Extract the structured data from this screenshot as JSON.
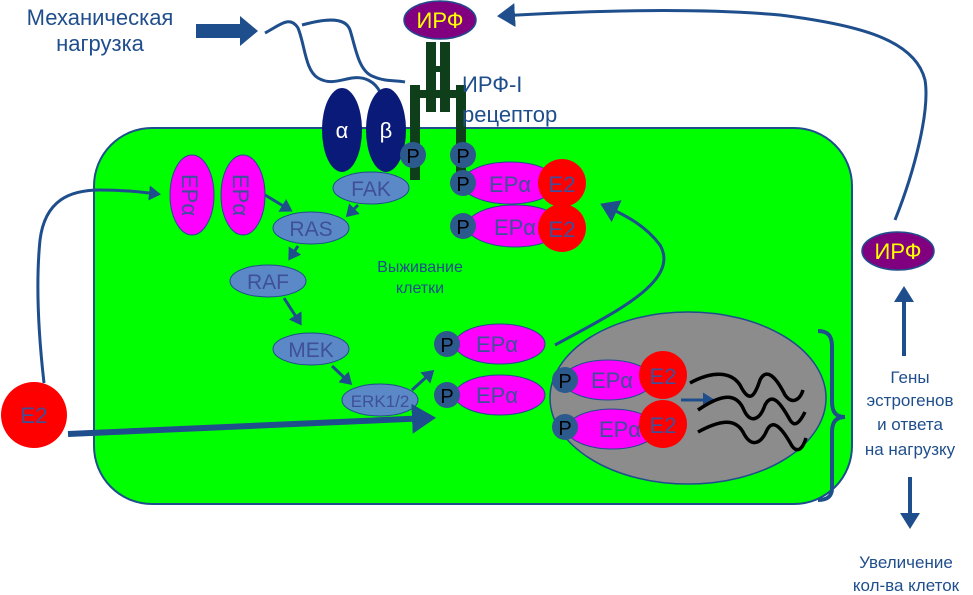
{
  "colors": {
    "cell": "#00ff00",
    "outline": "#1f4e8c",
    "receptor": "#0f3f1a",
    "integrin": "#0a1a78",
    "kinase": "#5b89c7",
    "er": "#ff00ff",
    "e2": "#ff0000",
    "phos": "#2d5a8c",
    "nucleus": "#8c8c8c",
    "irf_fill": "#800080",
    "irf_text": "#ffff00",
    "arrow": "#1f4e8c"
  },
  "labels": {
    "mech_load_line1": "Механическая",
    "mech_load_line2": "нагрузка",
    "igf_top": "ИРФ",
    "igf_right": "ИРФ",
    "receptor_line1": "ИРФ-I",
    "receptor_line2": "рецептор",
    "integrin_alpha": "α",
    "integrin_beta": "β",
    "phospho": "P",
    "fak": "FAK",
    "ras": "RAS",
    "raf": "RAF",
    "mek": "MEK",
    "erk": "ERK1/2",
    "er_alpha": "ЕРα",
    "e2": "E2",
    "survival_line1": "Выживание",
    "survival_line2": "клетки",
    "genes_line1": "Гены",
    "genes_line2": "эстрогенов",
    "genes_line3": "и ответа",
    "genes_line4": "на нагрузку",
    "increase_line1": "Увеличение",
    "increase_line2": "кол-ва клеток"
  }
}
